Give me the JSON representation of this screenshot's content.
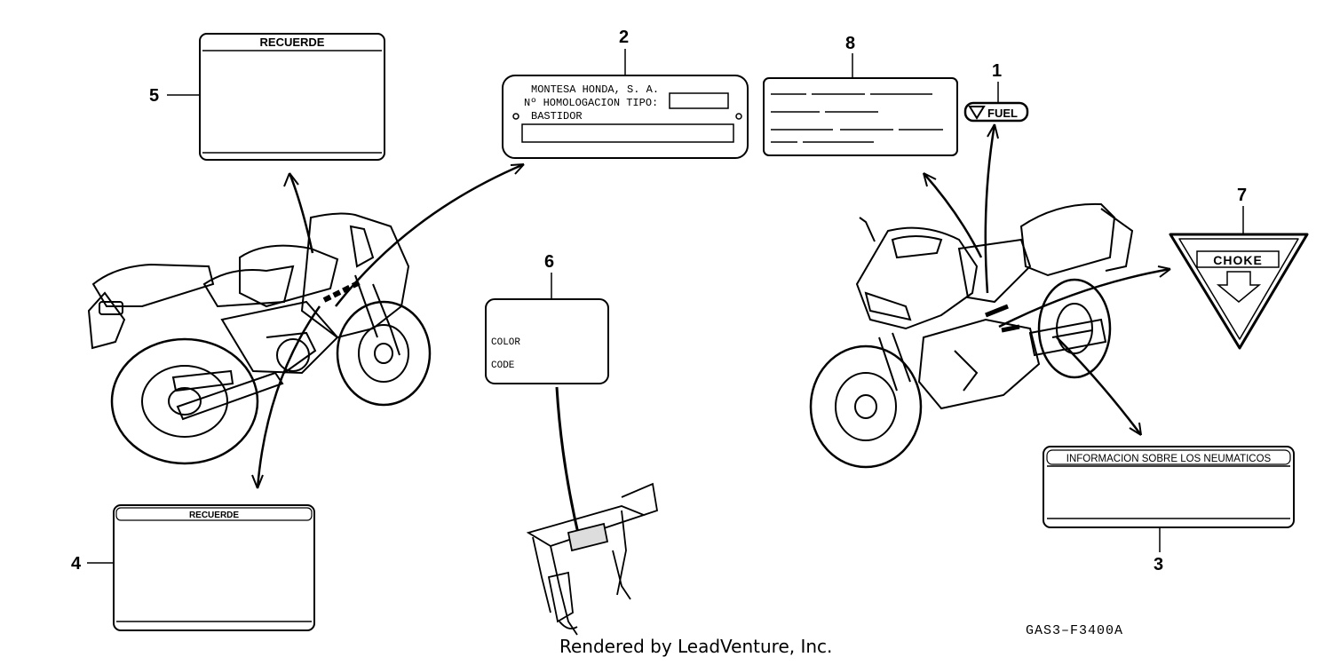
{
  "callouts": {
    "c1": "1",
    "c2": "2",
    "c3": "3",
    "c4": "4",
    "c5": "5",
    "c6": "6",
    "c7": "7",
    "c8": "8"
  },
  "label5": {
    "title": "RECUERDE"
  },
  "label4": {
    "title": "RECUERDE"
  },
  "label2": {
    "line1": "MONTESA HONDA, S. A.",
    "line2": "Nº HOMOLOGACION TIPO:",
    "line3": "BASTIDOR"
  },
  "label6": {
    "color": "COLOR",
    "code": "CODE"
  },
  "label1": {
    "text": "FUEL"
  },
  "label7": {
    "text": "CHOKE"
  },
  "label3": {
    "title": "INFORMACION SOBRE LOS NEUMATICOS"
  },
  "part_code": "GAS3–F3400A",
  "credit": "Rendered by LeadVenture, Inc.",
  "icons": [
    "fuel-triangle-icon",
    "choke-arrow-icon"
  ]
}
